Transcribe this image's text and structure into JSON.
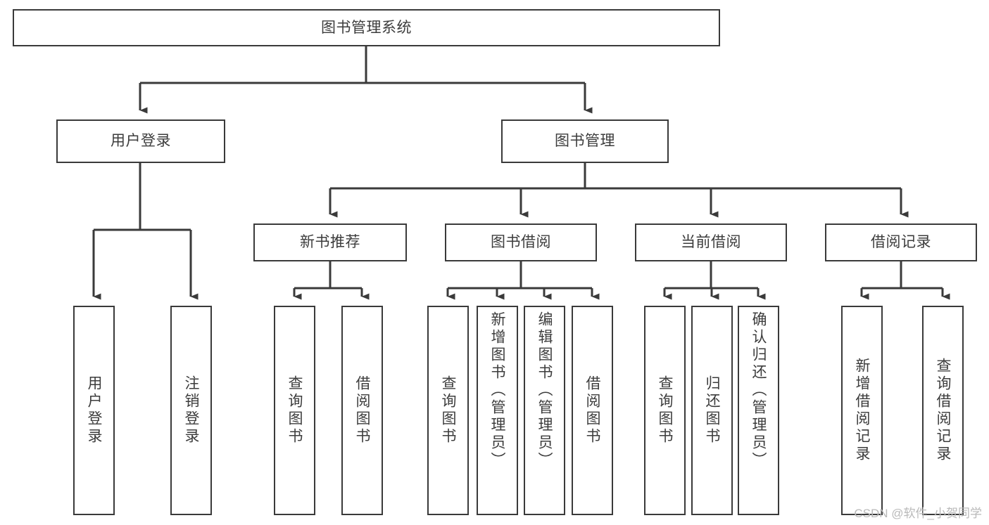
{
  "diagram": {
    "title": "图书管理系统",
    "type": "tree-hierarchy-diagram",
    "colors": {
      "stroke": "#3a3a3a",
      "text": "#3c3c3c",
      "background": "#ffffff",
      "watermark": "#b9b9b9"
    },
    "root": {
      "label": "图书管理系统"
    },
    "level2": [
      {
        "label": "用户登录"
      },
      {
        "label": "图书管理"
      }
    ],
    "level3": [
      {
        "label": "新书推荐"
      },
      {
        "label": "图书借阅"
      },
      {
        "label": "当前借阅"
      },
      {
        "label": "借阅记录"
      }
    ],
    "leaves": [
      {
        "label": "用户登录"
      },
      {
        "label": "注销登录"
      },
      {
        "label": "查询图书"
      },
      {
        "label": "借阅图书"
      },
      {
        "label": "查询图书"
      },
      {
        "label": "新增图书（管理员）"
      },
      {
        "label": "编辑图书（管理员）"
      },
      {
        "label": "借阅图书"
      },
      {
        "label": "查询图书"
      },
      {
        "label": "归还图书"
      },
      {
        "label": "确认归还（管理员）"
      },
      {
        "label": "新增借阅记录"
      },
      {
        "label": "查询借阅记录"
      }
    ]
  },
  "watermark": {
    "text": "CSDN @软件_小贺同学"
  }
}
